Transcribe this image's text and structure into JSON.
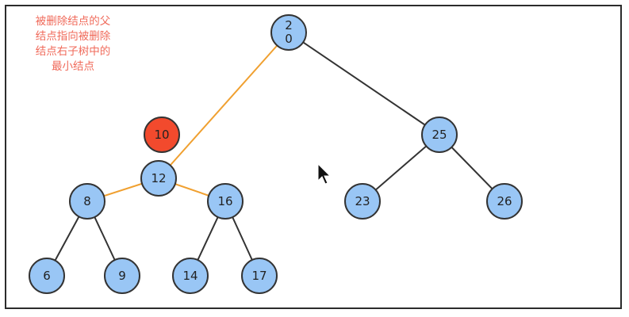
{
  "annotation": {
    "lines": [
      "被删除结点的父",
      "结点指向被删除",
      "结点右子树中的",
      "最小结点"
    ],
    "color": "#f06a5a"
  },
  "colors": {
    "node_fill": "#99c6f5",
    "node_stroke": "#333333",
    "removed_fill": "#f24a2d",
    "edge": "#333333",
    "highlight_edge": "#f0a030",
    "frame": "#2b2b2b"
  },
  "nodes": [
    {
      "id": "root",
      "label": "20",
      "shape": "stacked"
    },
    {
      "id": "removed",
      "label": "10",
      "state": "removed"
    },
    {
      "id": "n12",
      "label": "12"
    },
    {
      "id": "n25",
      "label": "25"
    },
    {
      "id": "n8",
      "label": "8"
    },
    {
      "id": "n16",
      "label": "16"
    },
    {
      "id": "n23",
      "label": "23"
    },
    {
      "id": "n26",
      "label": "26"
    },
    {
      "id": "n6",
      "label": "6"
    },
    {
      "id": "n9",
      "label": "9"
    },
    {
      "id": "n14",
      "label": "14"
    },
    {
      "id": "n17",
      "label": "17"
    }
  ],
  "edges": [
    {
      "from": "root",
      "to": "n12",
      "highlighted": true
    },
    {
      "from": "n12",
      "to": "n8",
      "highlighted": true
    },
    {
      "from": "n12",
      "to": "n16",
      "highlighted": true
    },
    {
      "from": "root",
      "to": "n25"
    },
    {
      "from": "n25",
      "to": "n23"
    },
    {
      "from": "n25",
      "to": "n26"
    },
    {
      "from": "n8",
      "to": "n6"
    },
    {
      "from": "n8",
      "to": "n9"
    },
    {
      "from": "n16",
      "to": "n14"
    },
    {
      "from": "n16",
      "to": "n17"
    }
  ],
  "cursor": "arrow-cursor-icon"
}
